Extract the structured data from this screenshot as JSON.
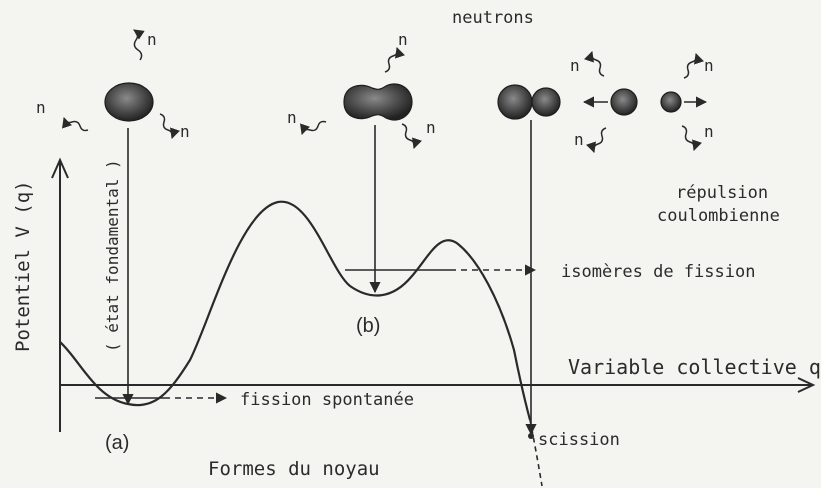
{
  "labels": {
    "neutrons": "neutrons",
    "repulsion_line1": "répulsion",
    "repulsion_line2": "coulombienne",
    "isomeres": "isomères de fission",
    "variable": "Variable collective q",
    "fission_spontanee": "fission spontanée",
    "scission": "scission",
    "formes": "Formes du noyau",
    "potentiel": "Potentiel V (q)",
    "etat": "( état fondamental )",
    "a": "(a)",
    "b": "(b)",
    "neutron_symbol": "n"
  },
  "colors": {
    "ink": "#2a2a2a",
    "background": "#f4f4f1"
  }
}
